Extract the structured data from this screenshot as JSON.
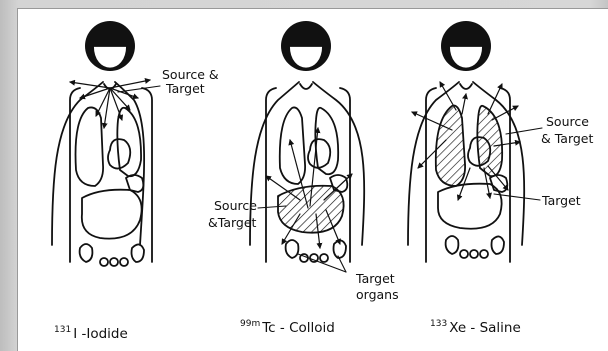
{
  "panels": [
    {
      "caption_sup": "131",
      "caption_text": "I -Iodide",
      "labels": [
        {
          "text": "Source &"
        },
        {
          "text": "Target"
        }
      ]
    },
    {
      "caption_sup": "99m",
      "caption_text": "Tc - Colloid",
      "labels": [
        {
          "text": "Source"
        },
        {
          "text": "&Target"
        },
        {
          "text": "Target"
        },
        {
          "text": "organs"
        }
      ]
    },
    {
      "caption_sup": "133",
      "caption_text": "Xe - Saline",
      "labels": [
        {
          "text": "Source"
        },
        {
          "text": "& Target"
        },
        {
          "text": "Target"
        }
      ]
    }
  ]
}
